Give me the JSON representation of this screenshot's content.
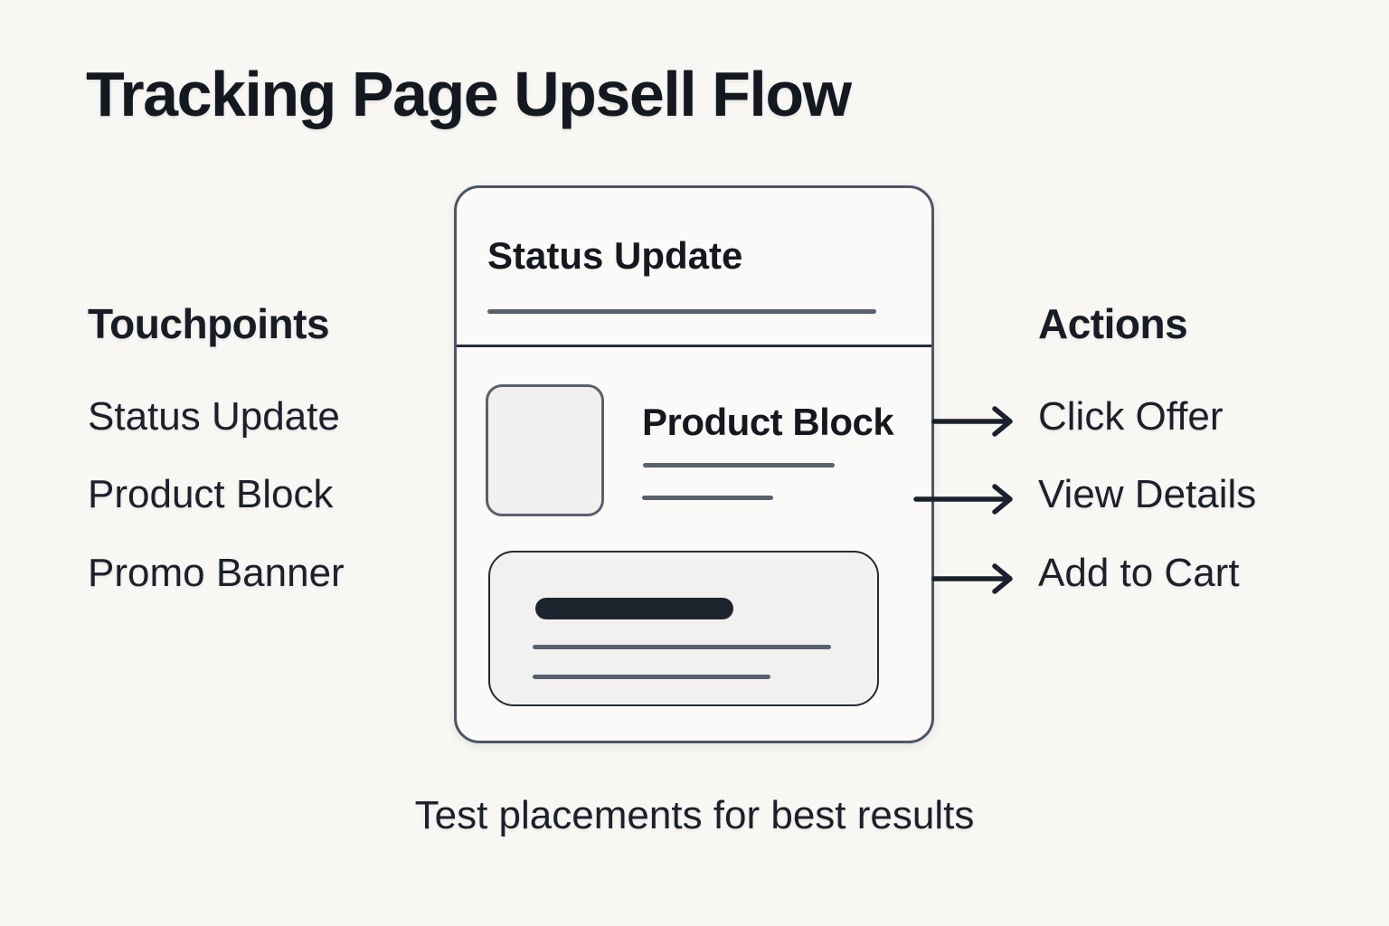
{
  "title": "Tracking Page Upsell Flow",
  "caption": "Test placements for best results",
  "touchpoints": {
    "heading": "Touchpoints",
    "items": [
      "Status Update",
      "Product Block",
      "Promo Banner"
    ]
  },
  "actions": {
    "heading": "Actions",
    "items": [
      "Click Offer",
      "View Details",
      "Add to Cart"
    ]
  },
  "card": {
    "status_title": "Status Update",
    "product_title": "Product Block"
  },
  "colors": {
    "page_background": "#f8f7f4",
    "text": "#171b23",
    "card_border": "#4d5664",
    "card_fill": "#fbfaf8",
    "muted_line": "#59616e",
    "divider": "#262c38",
    "arrow": "#1a202c",
    "promo_pill": "#1e242e",
    "placeholder_fill": "#f1f0ee",
    "banner_fill": "#f2f1ef"
  }
}
